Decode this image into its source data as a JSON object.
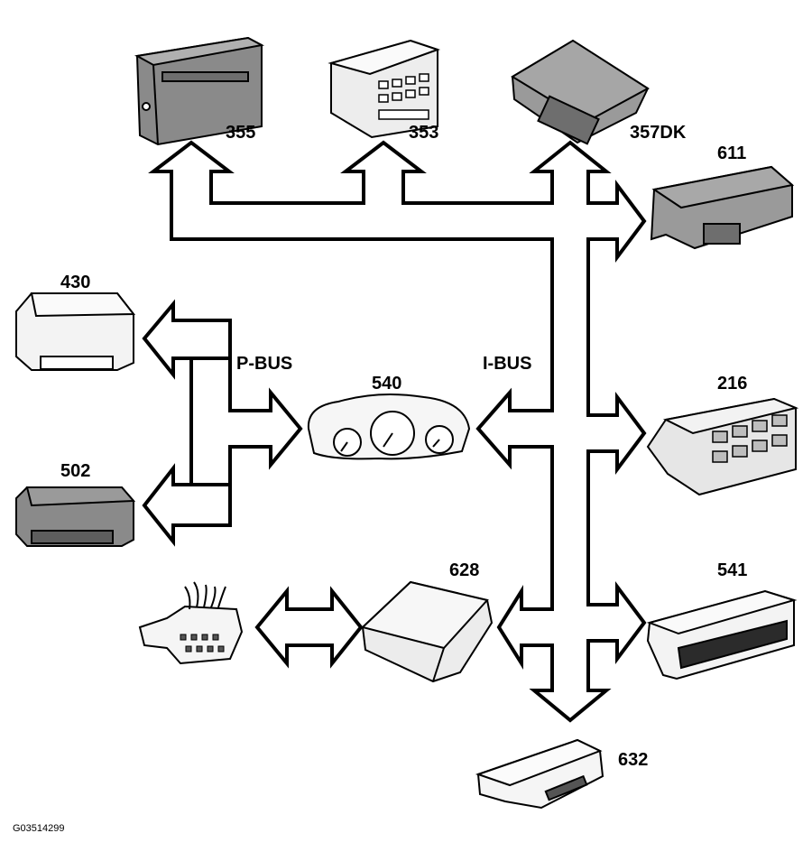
{
  "diagram": {
    "bus_labels": {
      "p_bus": "P-BUS",
      "i_bus": "I-BUS"
    },
    "modules": [
      {
        "id": "355",
        "label": "355"
      },
      {
        "id": "353",
        "label": "353"
      },
      {
        "id": "357dk",
        "label": "357DK"
      },
      {
        "id": "611",
        "label": "611"
      },
      {
        "id": "430",
        "label": "430"
      },
      {
        "id": "502",
        "label": "502"
      },
      {
        "id": "540",
        "label": "540"
      },
      {
        "id": "216",
        "label": "216"
      },
      {
        "id": "628",
        "label": "628"
      },
      {
        "id": "541",
        "label": "541"
      },
      {
        "id": "632",
        "label": "632"
      }
    ],
    "figure_code": "G03514299",
    "colors": {
      "arrow_stroke": "#000000",
      "arrow_fill": "#ffffff",
      "dark_module": "#8a8a8a",
      "light_module": "#e6e6e6"
    }
  }
}
